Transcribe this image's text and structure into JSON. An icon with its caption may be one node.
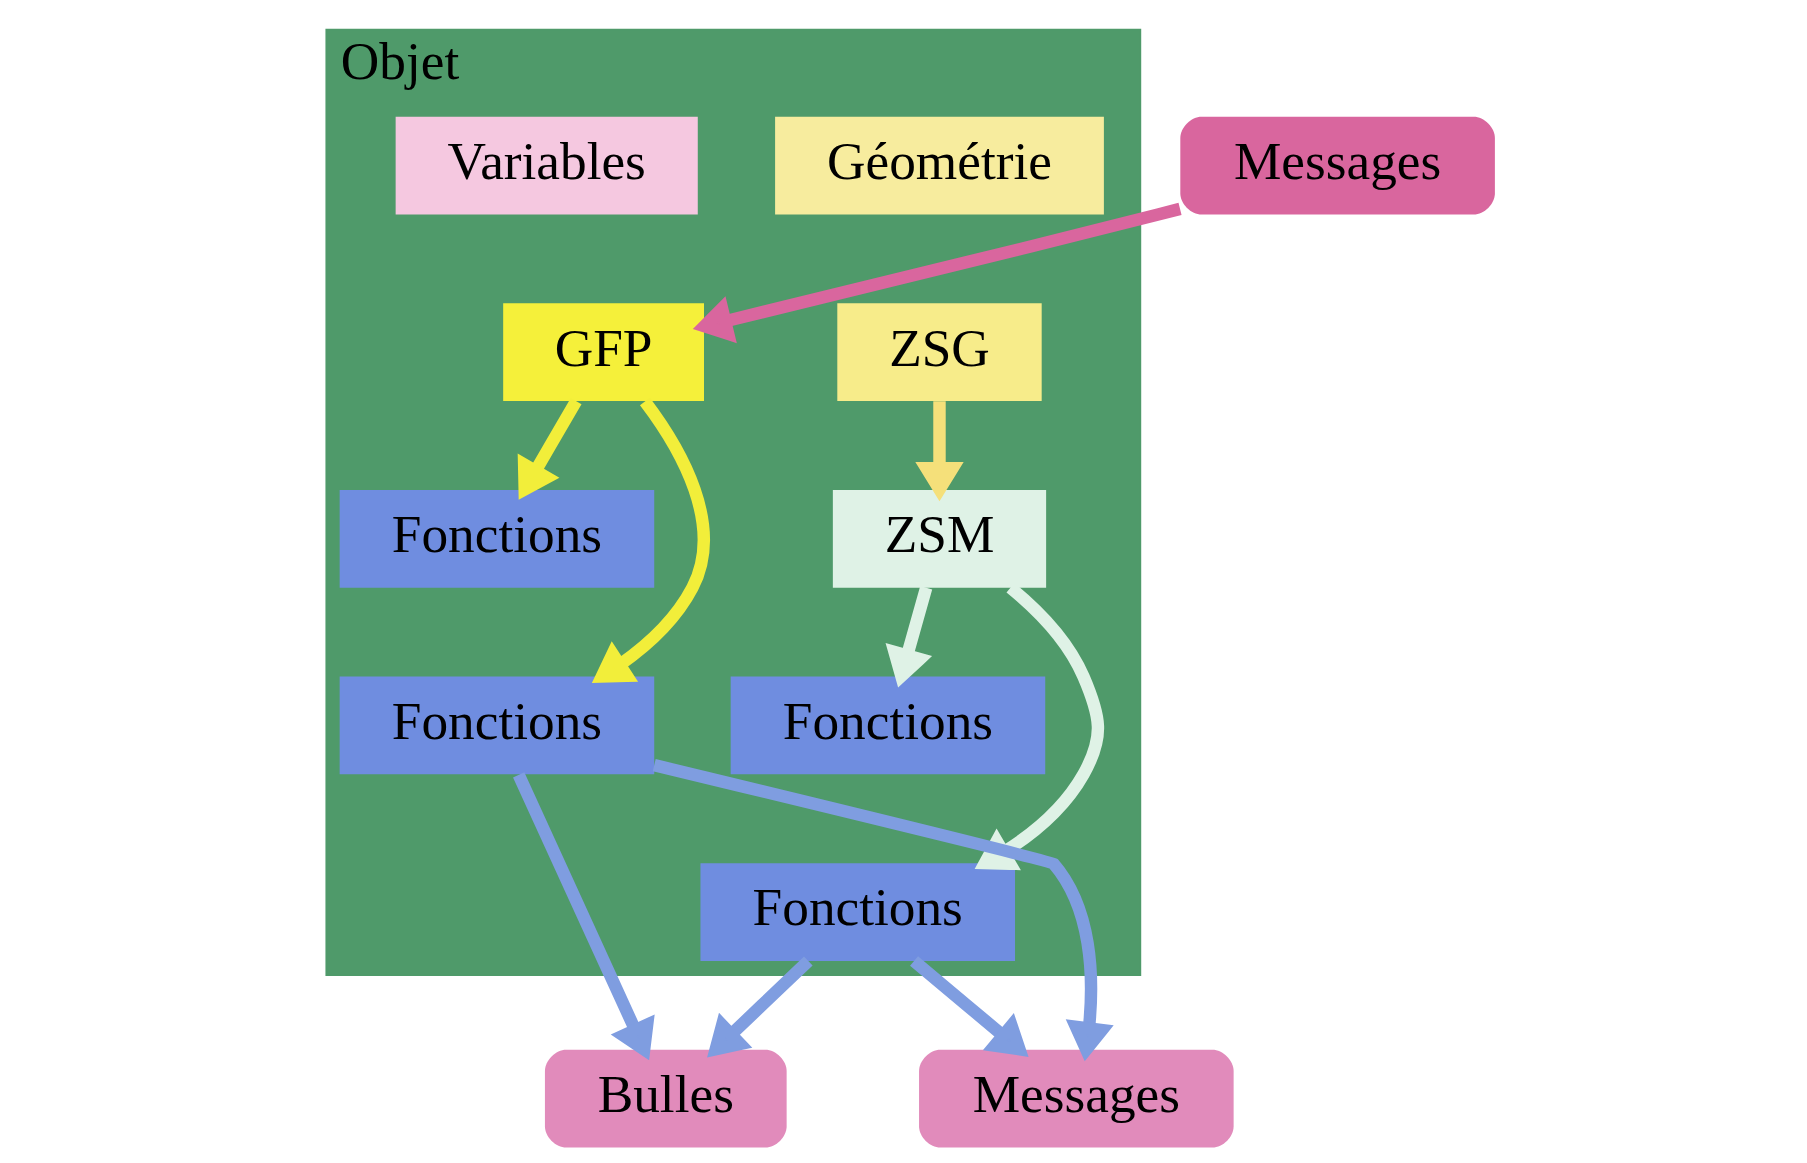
{
  "diagram": {
    "nodes": [
      {
        "text": [
          "Objet"
        ]
      },
      {
        "text": [
          "Géométrie"
        ],
        "in": 0
      },
      {
        "text": [
          "Variables"
        ],
        "in": 0
      },
      {
        "text": [
          "ZSG"
        ],
        "in": 0
      },
      {
        "text": [
          "Messages"
        ]
      },
      {
        "text": [
          "GFP"
        ],
        "in": 0
      },
      {
        "text": [
          "ZSM"
        ],
        "in": 0
      },
      {
        "text": [
          "Fonctions"
        ],
        "in": 0
      },
      {
        "text": [
          "Fonctions"
        ],
        "in": 0
      },
      {
        "text": [
          "Fonctions"
        ],
        "in": 0
      },
      {
        "text": [
          "Fonctions"
        ],
        "in": 0
      },
      {
        "text": [
          "Bulles"
        ]
      },
      {
        "text": [
          "Messages"
        ]
      }
    ],
    "edges": [
      {
        "from": 4,
        "to": 5,
        "arrow": "to",
        "color": "#d9669e"
      },
      {
        "from": 3,
        "to": 6,
        "arrow": "to",
        "color": "#f5e07a"
      },
      {
        "from": 5,
        "to": 7,
        "arrow": "to",
        "color": "#f2ee3a"
      },
      {
        "from": 5,
        "to": 8,
        "arrow": "to",
        "color": "#f2ee3a"
      },
      {
        "from": 6,
        "to": 9,
        "arrow": "to",
        "color": "#dff2e6"
      },
      {
        "from": 6,
        "to": 10,
        "arrow": "to",
        "color": "#dff2e6"
      },
      {
        "from": 8,
        "to": 11,
        "arrow": "to"
      },
      {
        "from": 8,
        "to": 12,
        "arrow": "to"
      },
      {
        "from": 10,
        "to": 11,
        "arrow": "to"
      },
      {
        "from": 10,
        "to": 12,
        "arrow": "to"
      }
    ]
  }
}
